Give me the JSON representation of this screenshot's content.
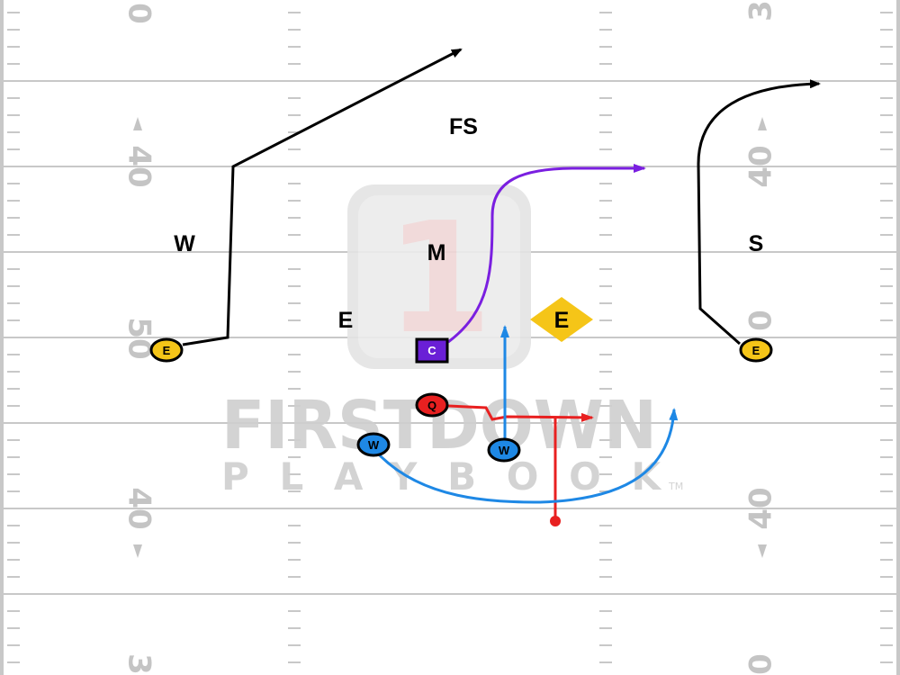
{
  "field": {
    "colors": {
      "line": "#c8c8c8",
      "number": "#c4c4c4",
      "border": "#bdbdbd"
    },
    "yard_numbers": {
      "left": [
        "0",
        "40",
        "50",
        "40",
        "3"
      ],
      "right": [
        "3",
        "40",
        "0",
        "40",
        "0"
      ]
    }
  },
  "watermark": {
    "badge_digit": "1",
    "brand_top": "FIRSTDOWN",
    "brand_bottom": "PLAYBOOK",
    "trademark": "TM"
  },
  "defense": {
    "labels": [
      "FS",
      "W",
      "M",
      "S",
      "E"
    ]
  },
  "offense": {
    "players": [
      {
        "label": "E",
        "color": "#f5c518",
        "shape": "ellipse"
      },
      {
        "label": "E",
        "color": "#f5c518",
        "shape": "ellipse"
      },
      {
        "label": "C",
        "color": "#6a1fd6",
        "shape": "square"
      },
      {
        "label": "E",
        "color": "#f5c518",
        "shape": "diamond"
      },
      {
        "label": "Q",
        "color": "#e82020",
        "shape": "ellipse"
      },
      {
        "label": "W",
        "color": "#1e88e5",
        "shape": "ellipse"
      },
      {
        "label": "W",
        "color": "#1e88e5",
        "shape": "ellipse"
      }
    ]
  },
  "routes": {
    "colors": {
      "left_end": "#000000",
      "right_end": "#000000",
      "center": "#7a1fe0",
      "qb": "#e82020",
      "wings": "#1e88e5"
    }
  }
}
